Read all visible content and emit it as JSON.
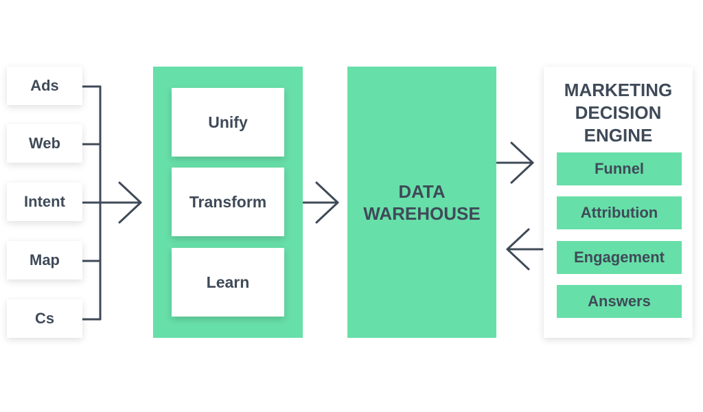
{
  "sources": [
    {
      "label": "Ads"
    },
    {
      "label": "Web"
    },
    {
      "label": "Intent"
    },
    {
      "label": "Map"
    },
    {
      "label": "Cs"
    }
  ],
  "process": {
    "steps": [
      {
        "label": "Unify"
      },
      {
        "label": "Transform"
      },
      {
        "label": "Learn"
      }
    ]
  },
  "warehouse": {
    "line1": "DATA",
    "line2": "WAREHOUSE"
  },
  "engine": {
    "title_lines": [
      "MARKETING",
      "DECISION",
      "ENGINE"
    ],
    "items": [
      {
        "label": "Funnel"
      },
      {
        "label": "Attribution"
      },
      {
        "label": "Engagement"
      },
      {
        "label": "Answers"
      }
    ]
  },
  "colors": {
    "accent": "#67dfa8",
    "text": "#3f4a58",
    "line": "#3f4a58"
  }
}
